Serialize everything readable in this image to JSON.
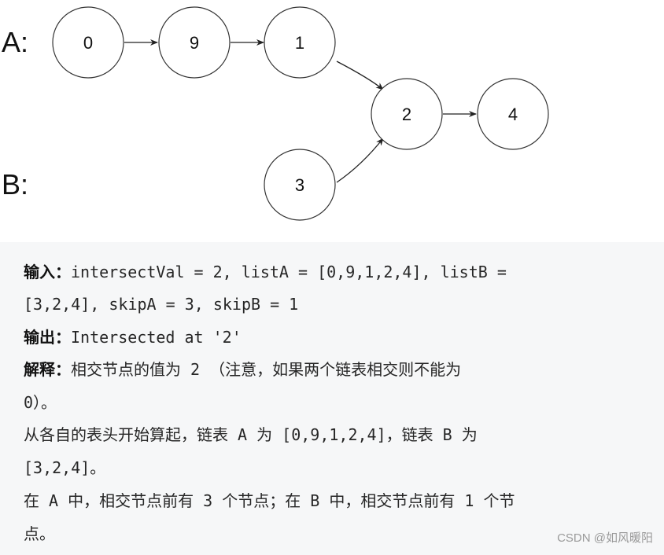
{
  "diagram": {
    "list_labels": {
      "a": "A:",
      "b": "B:"
    },
    "nodes": {
      "a0": "0",
      "a1": "9",
      "a2": "1",
      "shared0": "2",
      "shared1": "4",
      "b0": "3"
    }
  },
  "example": {
    "input_label": "输入：",
    "input_line1": "intersectVal = 2, listA = [0,9,1,2,4], listB =",
    "input_line2": "[3,2,4], skipA = 3, skipB = 1",
    "output_label": "输出：",
    "output_text": "Intersected at '2'",
    "explain_label": "解释：",
    "explain_line1": "相交节点的值为 2 （注意，如果两个链表相交则不能为",
    "explain_line2": "0）。",
    "explain_line3": "从各自的表头开始算起，链表 A 为 [0,9,1,2,4]，链表 B 为",
    "explain_line4": "[3,2,4]。",
    "explain_line5": "在 A 中，相交节点前有 3 个节点；在 B 中，相交节点前有 1 个节",
    "explain_line6": "点。"
  },
  "watermark": "CSDN @如风暖阳"
}
